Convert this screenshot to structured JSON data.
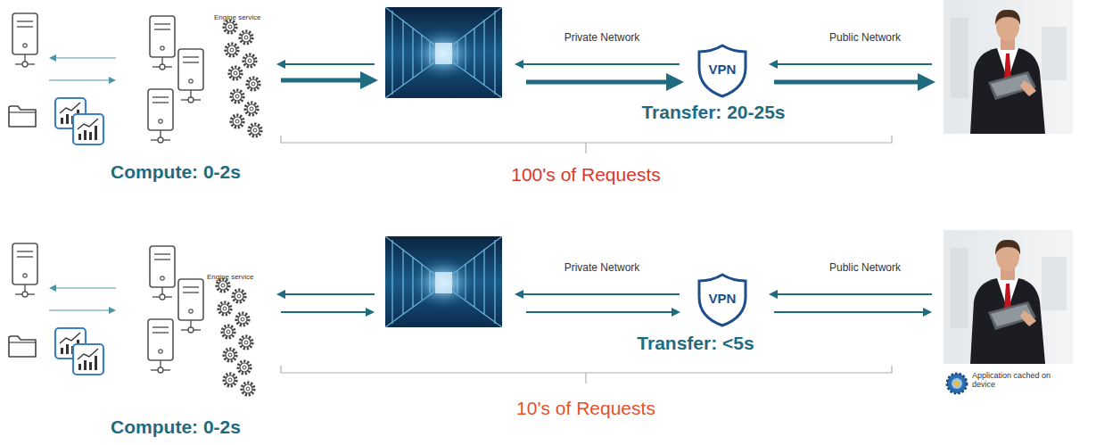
{
  "diagram": {
    "nodes": [
      {
        "text": [
          "VPN"
        ]
      },
      {
        "text": [
          "VPN"
        ]
      }
    ],
    "labels": [
      "Engine service",
      "Private Network",
      "Public Network",
      "Transfer: 20-25s",
      "Compute: 0-2s",
      "100's of Requests",
      "Engine service",
      "Private Network",
      "Public Network",
      "Transfer: <5s",
      "Application cached on device",
      "10's of Requests",
      "Compute: 0-2s"
    ]
  }
}
